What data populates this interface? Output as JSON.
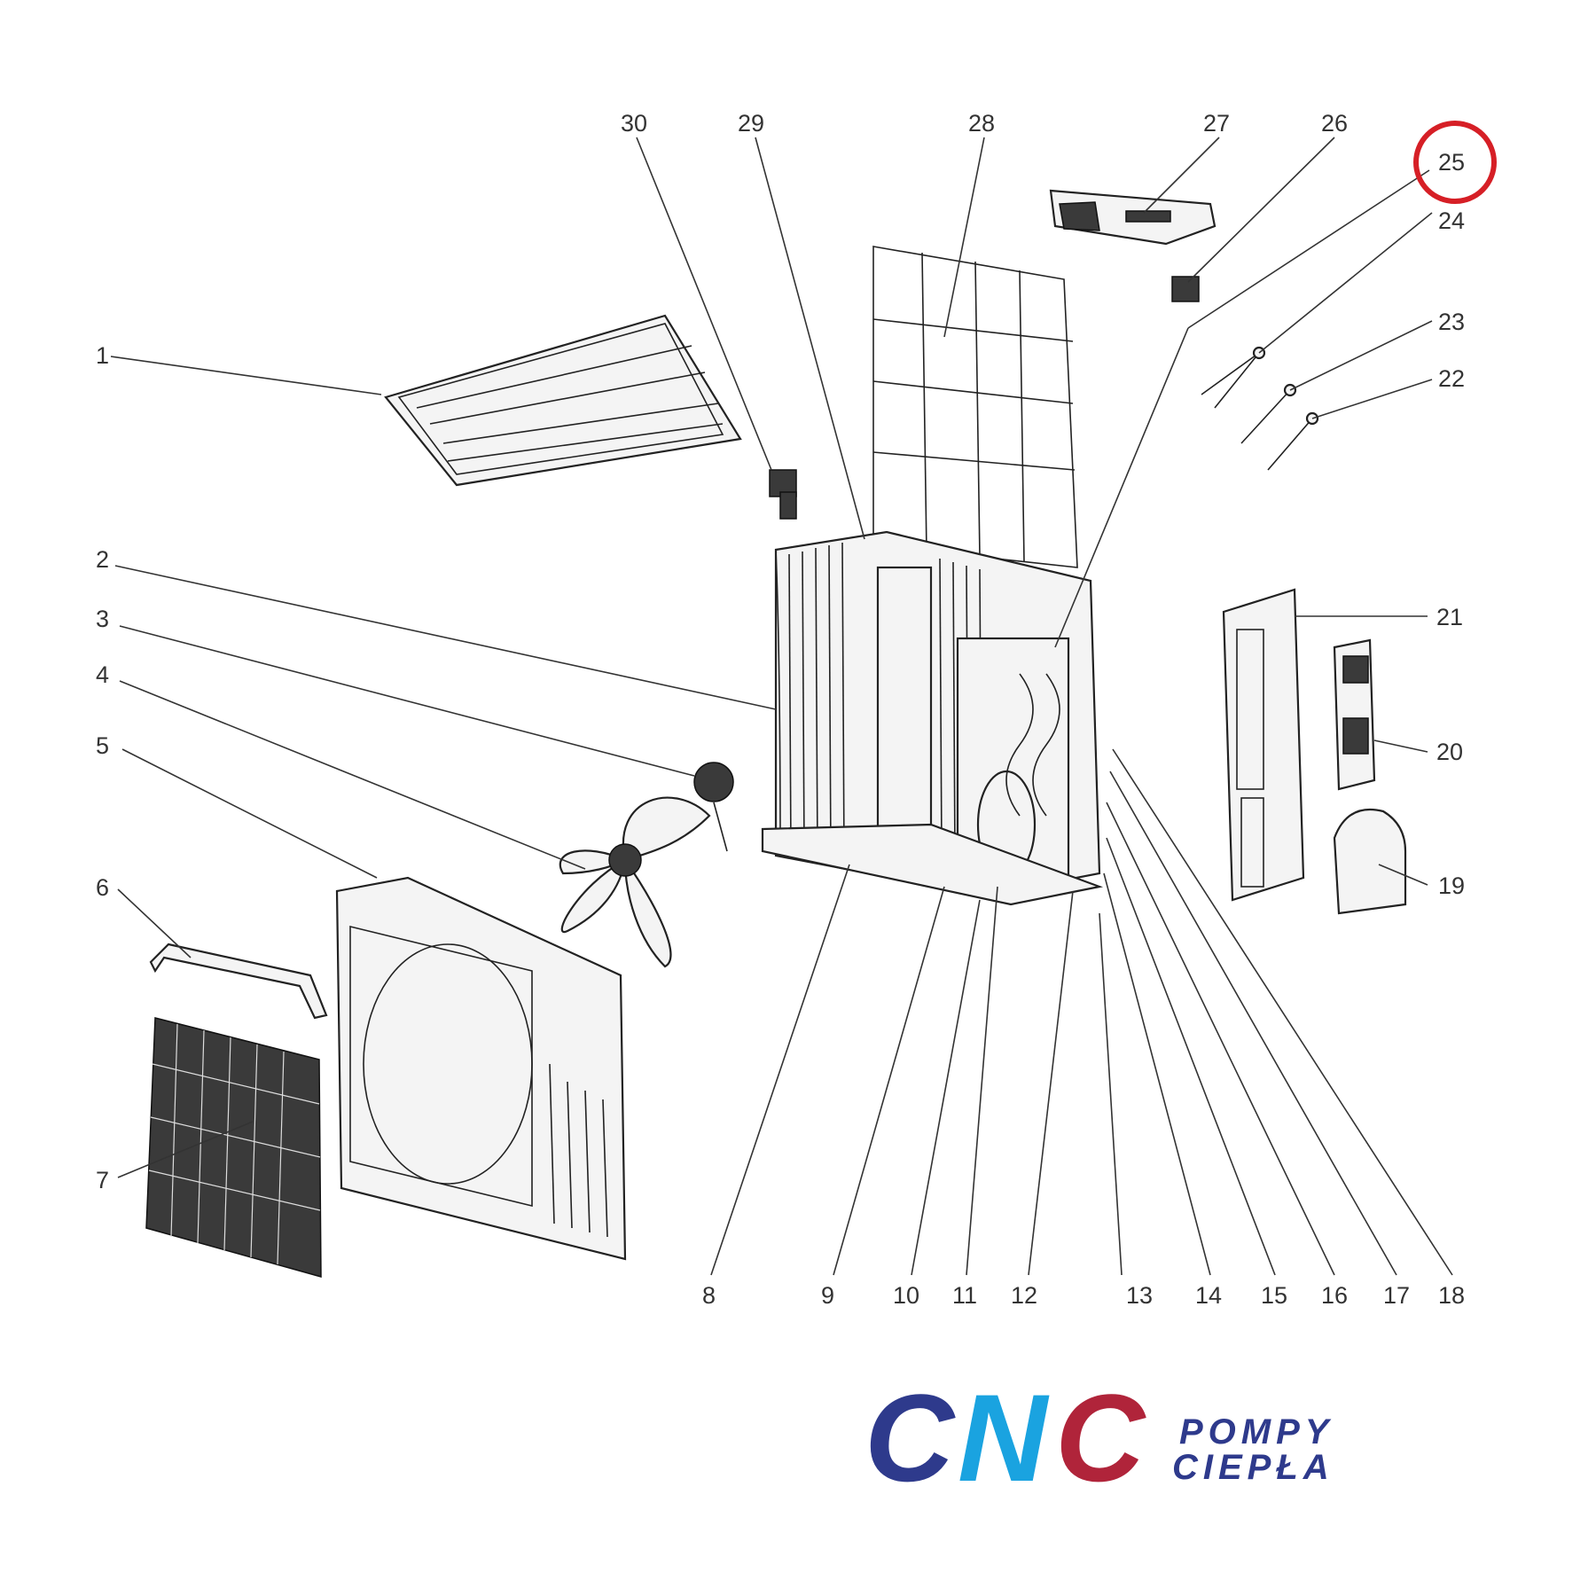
{
  "diagram": {
    "callouts": [
      "1",
      "2",
      "3",
      "4",
      "5",
      "6",
      "7",
      "8",
      "9",
      "10",
      "11",
      "12",
      "13",
      "14",
      "15",
      "16",
      "17",
      "18",
      "19",
      "20",
      "21",
      "22",
      "23",
      "24",
      "25",
      "26",
      "27",
      "28",
      "29",
      "30"
    ],
    "highlighted": "25",
    "highlight_color": "#d61f26"
  },
  "logo": {
    "brand_c": "C",
    "brand_n": "N",
    "brand_c2": "C",
    "sub_line1": "POMPY",
    "sub_line2": "CIEPŁA",
    "color_c": "#2e3a8c",
    "color_n": "#1aa3e0",
    "color_c2": "#b0243a",
    "color_sub": "#2e3a8c"
  }
}
